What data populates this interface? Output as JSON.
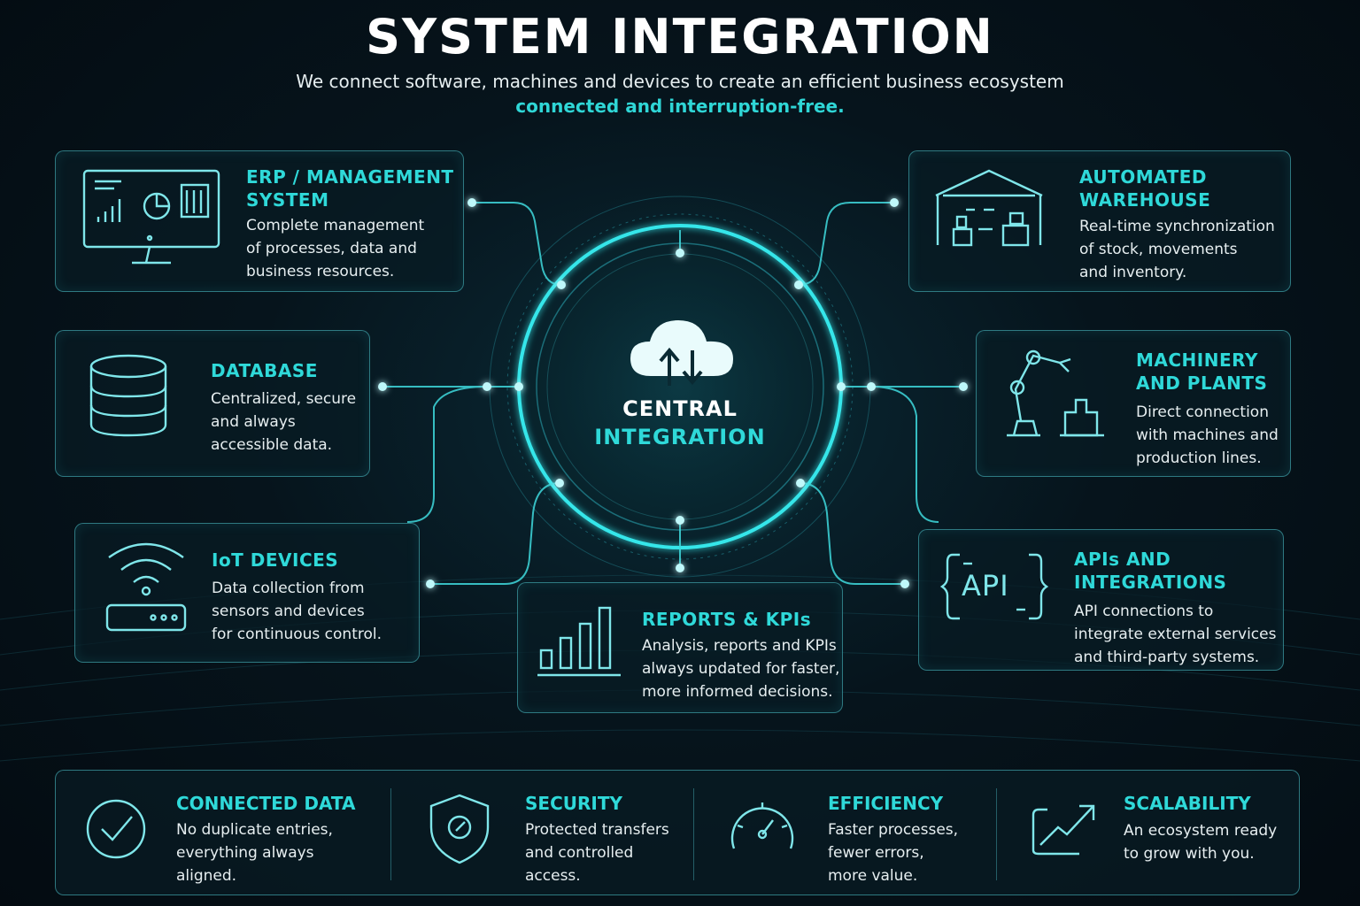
{
  "header": {
    "title": "SYSTEM INTEGRATION",
    "subtitle": "We connect software, machines and devices to create an efficient business ecosystem",
    "subtitle_highlight": "connected and interruption-free."
  },
  "center": {
    "line1": "CENTRAL",
    "line2": "INTEGRATION",
    "icon": "cloud-sync-icon"
  },
  "modules": {
    "erp": {
      "title_line1": "ERP / MANAGEMENT",
      "title_line2": "SYSTEM",
      "desc": [
        "Complete management",
        "of processes, data and",
        "business resources."
      ],
      "icon": "monitor-dashboard-icon"
    },
    "warehouse": {
      "title_line1": "AUTOMATED",
      "title_line2": "WAREHOUSE",
      "desc": [
        "Real-time synchronization",
        "of stock, movements",
        "and inventory."
      ],
      "icon": "warehouse-icon"
    },
    "database": {
      "title_line1": "DATABASE",
      "desc": [
        "Centralized, secure",
        "and always",
        "accessible data."
      ],
      "icon": "database-icon"
    },
    "machinery": {
      "title_line1": "MACHINERY",
      "title_line2": "AND PLANTS",
      "desc": [
        "Direct connection",
        "with machines and",
        "production lines."
      ],
      "icon": "robot-arm-icon"
    },
    "iot": {
      "title_line1": "IoT DEVICES",
      "desc": [
        "Data collection from",
        "sensors and devices",
        "for continuous control."
      ],
      "icon": "wifi-router-icon"
    },
    "reports": {
      "title_line1": "REPORTS & KPIs",
      "desc": [
        "Analysis, reports and KPIs",
        "always updated for faster,",
        "more informed decisions."
      ],
      "icon": "bar-chart-icon"
    },
    "api": {
      "title_line1": "APIs AND",
      "title_line2": "INTEGRATIONS",
      "desc": [
        "API connections to",
        "integrate external services",
        "and third-party systems."
      ],
      "icon": "api-icon",
      "icon_text": "API"
    }
  },
  "features": [
    {
      "title": "CONNECTED DATA",
      "desc": [
        "No duplicate entries,",
        "everything always",
        "aligned."
      ],
      "icon": "check-circle-icon"
    },
    {
      "title": "SECURITY",
      "desc": [
        "Protected transfers",
        "and controlled",
        "access."
      ],
      "icon": "shield-icon"
    },
    {
      "title": "EFFICIENCY",
      "desc": [
        "Faster processes,",
        "fewer errors,",
        "more value."
      ],
      "icon": "speedometer-icon"
    },
    {
      "title": "SCALABILITY",
      "desc": [
        "An ecosystem ready",
        "to grow with you."
      ],
      "icon": "trend-up-icon"
    }
  ],
  "colors": {
    "accent": "#2fd9d9",
    "background": "#06141c",
    "text": "#e6eef0"
  }
}
